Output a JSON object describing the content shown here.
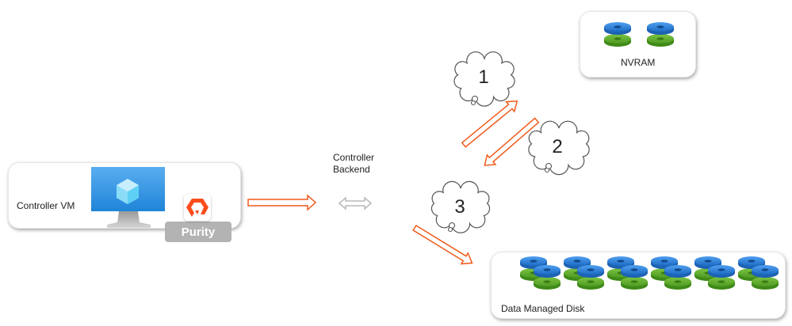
{
  "diagram": {
    "controller_vm": {
      "label": "Controller VM",
      "software_badge": "Purity",
      "icons": [
        "virtual-machine-monitor-icon",
        "pure-storage-logo-icon"
      ]
    },
    "controller_backend": {
      "label_line1": "Controller",
      "label_line2": "Backend",
      "icon": "bidirectional-arrow-icon"
    },
    "nvram": {
      "label": "NVRAM",
      "disk_stacks": 2,
      "icon": "disk-stack-icon"
    },
    "data_managed_disk": {
      "label": "Data Managed Disk",
      "disk_stacks": 12,
      "icon": "disk-stack-icon"
    },
    "steps": [
      {
        "number": "1",
        "description_icon": "thought-cloud-icon"
      },
      {
        "number": "2",
        "description_icon": "thought-cloud-icon"
      },
      {
        "number": "3",
        "description_icon": "thought-cloud-icon"
      }
    ],
    "flows": [
      {
        "from": "controller_vm",
        "to": "controller_backend"
      },
      {
        "from": "controller_backend",
        "to": "nvram",
        "step": "1"
      },
      {
        "from": "nvram",
        "to": "controller_backend",
        "step": "2"
      },
      {
        "from": "controller_backend",
        "to": "data_managed_disk",
        "step": "3"
      }
    ],
    "colors": {
      "flow_arrow": "#f05a1a",
      "backend_arrow": "#b8b8b8",
      "disk_top": "#2f7fd6",
      "disk_bottom": "#5aaa2a",
      "vm_screen": "#3a9be6",
      "purity_logo": "#fa4d1e",
      "purity_badge": "#b3b3b3"
    }
  }
}
